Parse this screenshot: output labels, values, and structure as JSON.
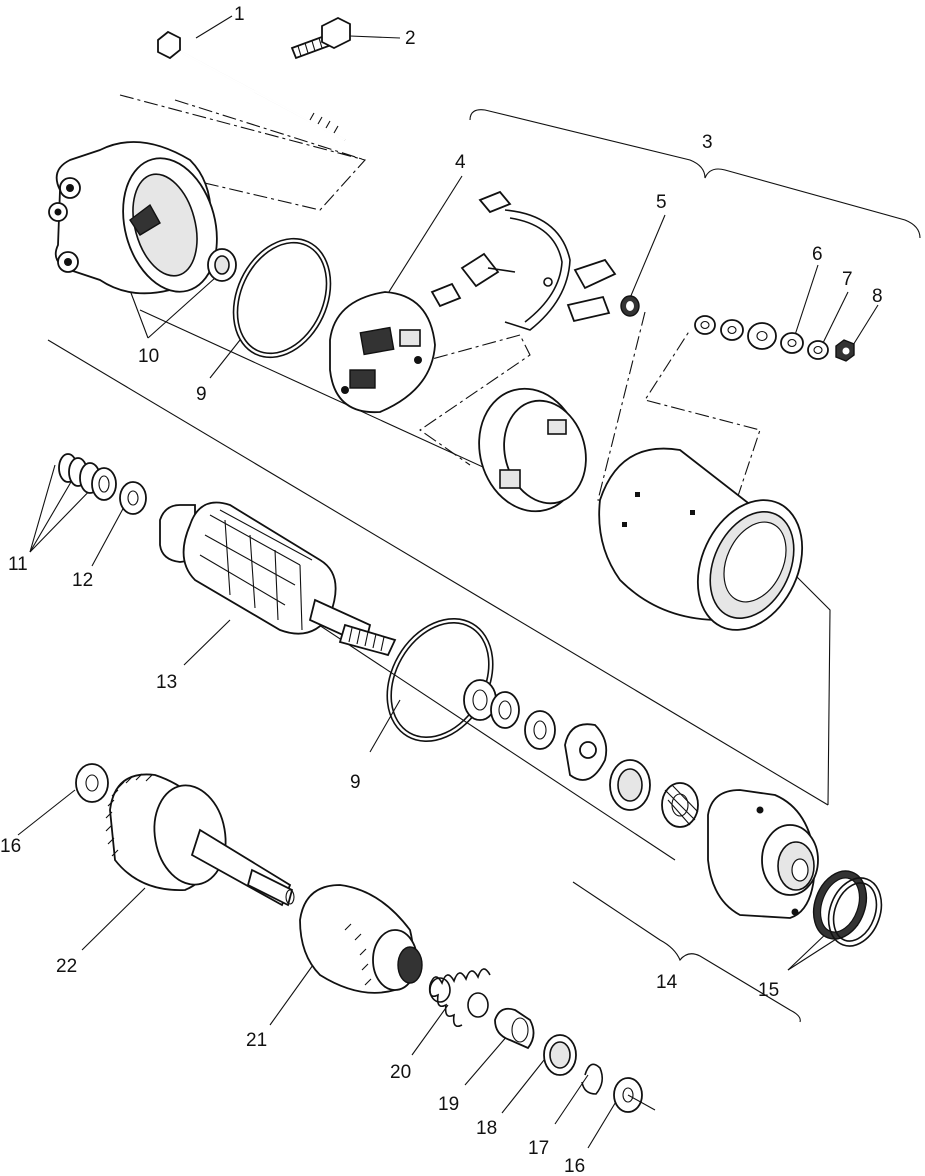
{
  "diagram": {
    "callouts": [
      {
        "id": "c1",
        "label": "1"
      },
      {
        "id": "c2",
        "label": "2"
      },
      {
        "id": "c3",
        "label": "3"
      },
      {
        "id": "c4",
        "label": "4"
      },
      {
        "id": "c5",
        "label": "5"
      },
      {
        "id": "c6",
        "label": "6"
      },
      {
        "id": "c7",
        "label": "7"
      },
      {
        "id": "c8",
        "label": "8"
      },
      {
        "id": "c9a",
        "label": "9"
      },
      {
        "id": "c10",
        "label": "10"
      },
      {
        "id": "c11",
        "label": "11"
      },
      {
        "id": "c12",
        "label": "12"
      },
      {
        "id": "c13",
        "label": "13"
      },
      {
        "id": "c9b",
        "label": "9"
      },
      {
        "id": "c14",
        "label": "14"
      },
      {
        "id": "c15",
        "label": "15"
      },
      {
        "id": "c16a",
        "label": "16"
      },
      {
        "id": "c16b",
        "label": "16"
      },
      {
        "id": "c17",
        "label": "17"
      },
      {
        "id": "c18",
        "label": "18"
      },
      {
        "id": "c19",
        "label": "19"
      },
      {
        "id": "c20",
        "label": "20"
      },
      {
        "id": "c21",
        "label": "21"
      },
      {
        "id": "c22",
        "label": "22"
      }
    ]
  }
}
